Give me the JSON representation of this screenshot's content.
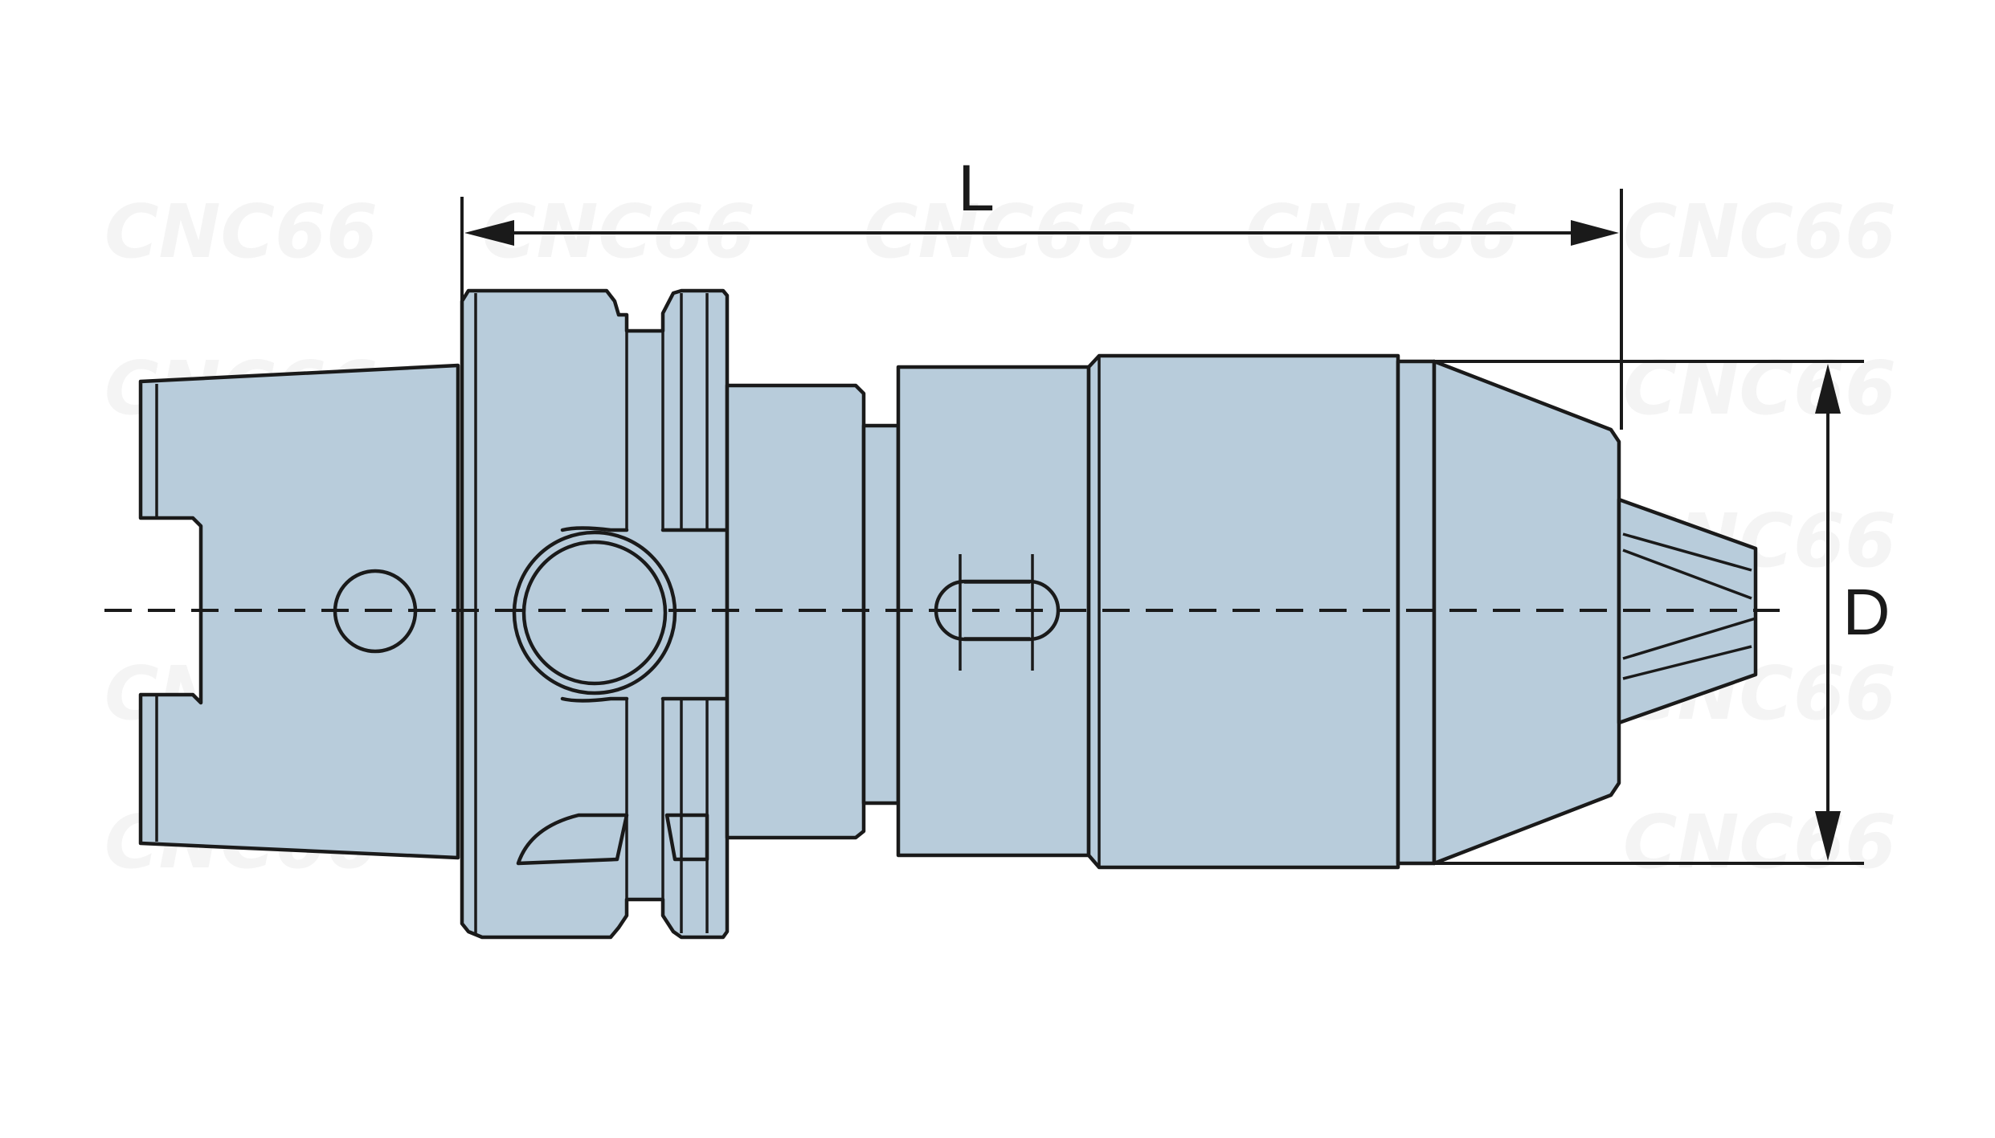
{
  "labels": {
    "length": "L",
    "diameter": "D"
  },
  "watermark": {
    "text": "CNC66"
  },
  "colors": {
    "body_fill": "#b8ccdb",
    "outline": "#1a1a1a",
    "background": "#ffffff"
  }
}
